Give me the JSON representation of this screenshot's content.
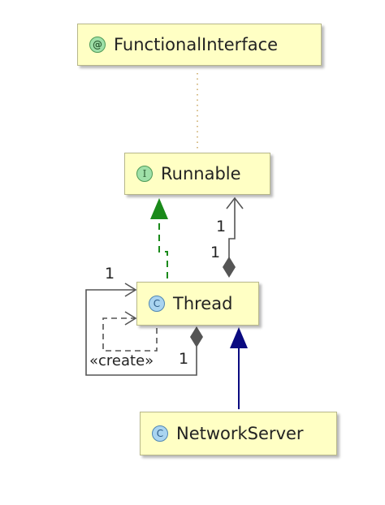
{
  "nodes": {
    "functional_interface": {
      "badge": "@",
      "label": "FunctionalInterface"
    },
    "runnable": {
      "badge": "I",
      "label": "Runnable"
    },
    "thread": {
      "badge": "C",
      "label": "Thread"
    },
    "network_server": {
      "badge": "C",
      "label": "NetworkServer"
    }
  },
  "edges": {
    "runnable_thread_end_mult": "1",
    "runnable_thread_start_mult": "1",
    "thread_self_mult": "1",
    "thread_create_stereotype": "«create»",
    "thread_self_loop_mult": "1"
  },
  "colors": {
    "node_fill": "#ffffc4",
    "realization_edge": "#1a8a1a",
    "extends_edge": "#0a0a80",
    "association_edge": "#555555"
  }
}
